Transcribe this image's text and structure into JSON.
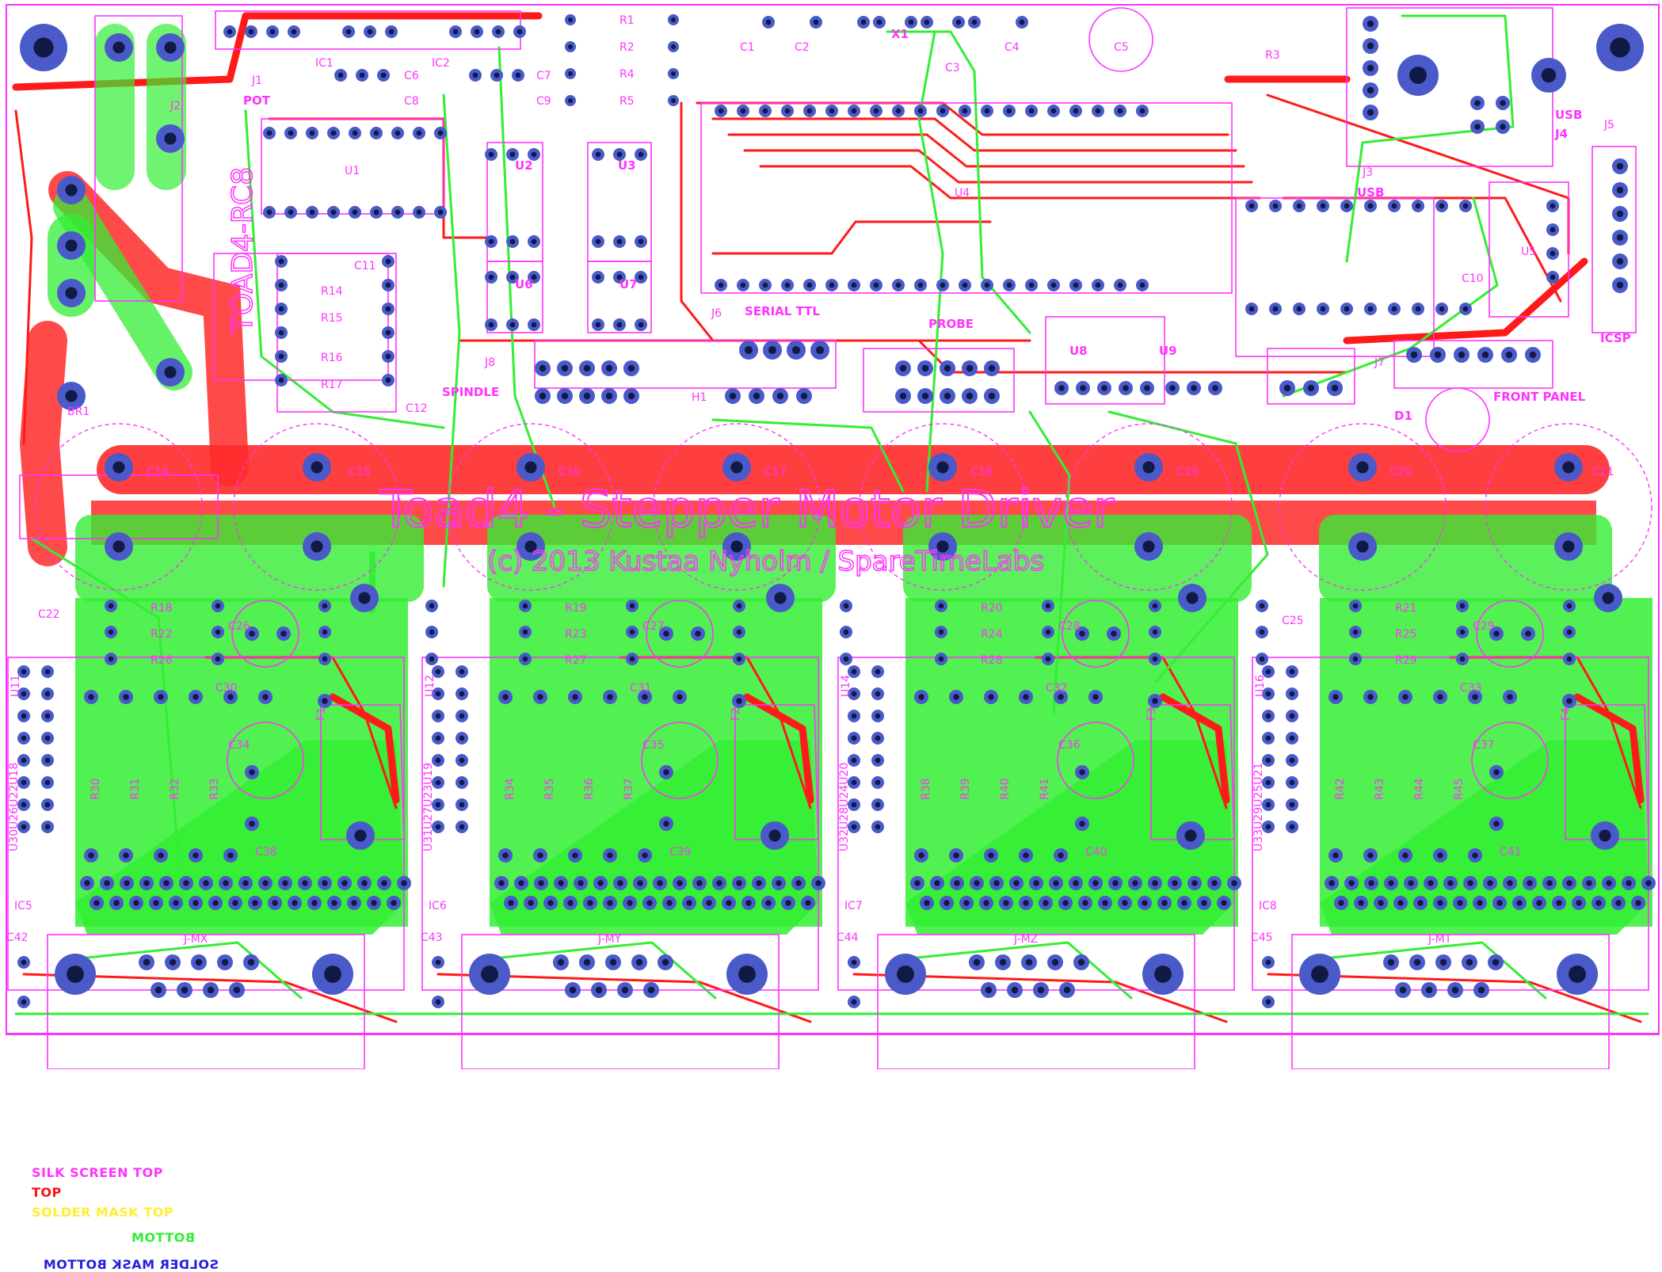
{
  "board": {
    "title": "Toad4 - Stepper Motor Driver",
    "copyright": "(c) 2013 Kustaa Nyholm / SpareTimeLabs",
    "vertical_label": "TOAD4-RC8",
    "colors": {
      "silk": "#ff33ff",
      "top_copper": "#ff1a1a",
      "bottom_copper": "#33ee33",
      "pad": "#4a5ac8",
      "hole": "#111a44",
      "board_edge": "#ff33ff"
    }
  },
  "labels": {
    "pot": "POT",
    "usb": "USB",
    "j4": "J4",
    "j5": "J5",
    "icsp": "ICSP",
    "front_panel": "FRONT PANEL",
    "spindle": "SPINDLE",
    "serial_ttl": "SERIAL TTL",
    "probe": "PROBE",
    "x1": "X1",
    "j1": "J1",
    "j2": "J2",
    "j3": "J3",
    "j6": "J6",
    "j7": "J7",
    "j8": "J8",
    "h1": "H1",
    "d1": "D1",
    "u1": "U1",
    "u2": "U2",
    "u3": "U3",
    "u4": "U4",
    "u5": "U5",
    "u6": "U6",
    "u7": "U7",
    "u8": "U8",
    "u9": "U9",
    "ic1": "IC1",
    "ic2": "IC2",
    "br1": "BR1",
    "r1": "R1",
    "r2": "R2",
    "r3": "R3",
    "r4": "R4",
    "r5": "R5",
    "r14": "R14",
    "r15": "R15",
    "r16": "R16",
    "r17": "R17",
    "c1": "C1",
    "c2": "C2",
    "c3": "C3",
    "c4": "C4",
    "c5": "C5",
    "c6": "C6",
    "c7": "C7",
    "c8": "C8",
    "c9": "C9",
    "c10": "C10",
    "c11": "C11",
    "c12": "C12",
    "c22": "C22",
    "c25": "C25",
    "bulk_caps": [
      "C14",
      "C15",
      "C16",
      "C17",
      "C18",
      "C19",
      "C20",
      "C21"
    ]
  },
  "channels": [
    {
      "connector": "J-MX",
      "ic": "IC5",
      "cap_big_a": "C26",
      "cap_big_b": "C34",
      "cap_small_a": "C30",
      "cap_small_b": "C38",
      "cap_bot": "C42",
      "r_row": [
        "R18",
        "R22",
        "R26"
      ],
      "r_col": [
        "R30",
        "R31",
        "R32",
        "R33"
      ],
      "u_label": "U11",
      "u_side": "U30U26U22U18",
      "fuse": "F1"
    },
    {
      "connector": "J-MY",
      "ic": "IC6",
      "cap_big_a": "C27",
      "cap_big_b": "C35",
      "cap_small_a": "C31",
      "cap_small_b": "C39",
      "cap_bot": "C43",
      "r_row": [
        "R19",
        "R23",
        "R27"
      ],
      "r_col": [
        "R34",
        "R35",
        "R36",
        "R37"
      ],
      "u_label": "U12",
      "u_side": "U31U27U23U19",
      "fuse": "F2"
    },
    {
      "connector": "J-MZ",
      "ic": "IC7",
      "cap_big_a": "C28",
      "cap_big_b": "C36",
      "cap_small_a": "C32",
      "cap_small_b": "C40",
      "cap_bot": "C44",
      "r_row": [
        "R20",
        "R24",
        "R28"
      ],
      "r_col": [
        "R38",
        "R39",
        "R40",
        "R41"
      ],
      "u_label": "U14",
      "u_side": "U32U28U24U20",
      "fuse": "F3"
    },
    {
      "connector": "J-MT",
      "ic": "IC8",
      "cap_big_a": "C29",
      "cap_big_b": "C37",
      "cap_small_a": "C33",
      "cap_small_b": "C41",
      "cap_bot": "C45",
      "r_row": [
        "R21",
        "R25",
        "R29"
      ],
      "r_col": [
        "R42",
        "R43",
        "R44",
        "R45"
      ],
      "u_label": "U16",
      "u_side": "U33U29U25U21",
      "fuse": "F4"
    }
  ],
  "legend": {
    "silk_screen_top": "SILK SCREEN TOP",
    "top": "TOP",
    "solder_mask_top": "SOLDER MASK TOP",
    "bottom": "BOTTOM",
    "solder_mask_bottom": "SOLDER MASK BOTTOM"
  }
}
